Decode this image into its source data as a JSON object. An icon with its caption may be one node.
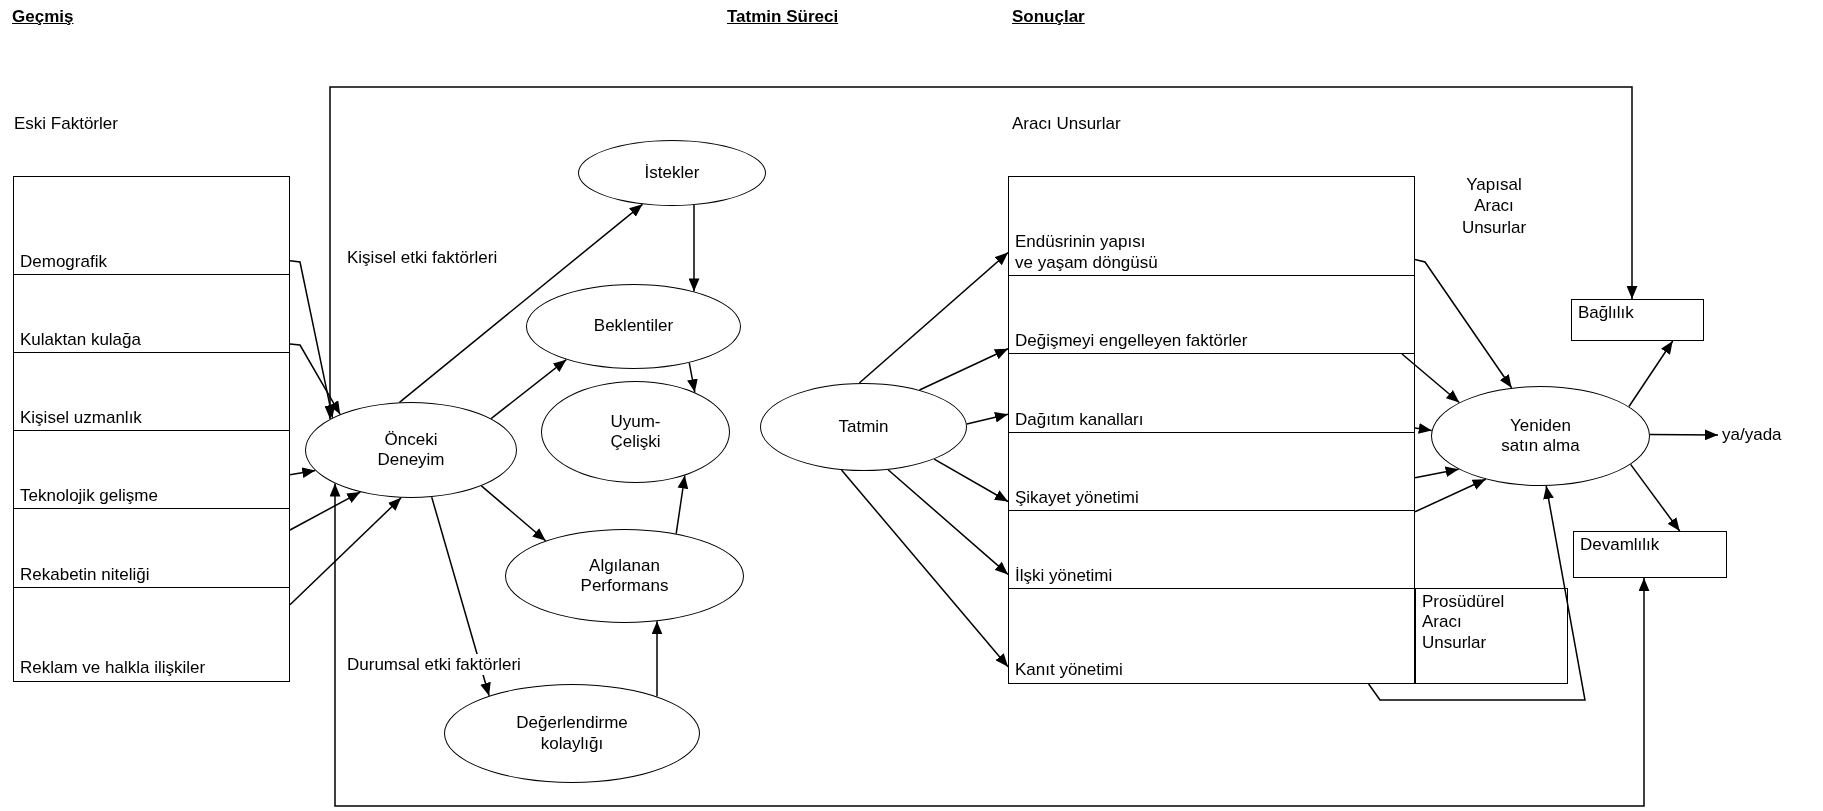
{
  "diagram": {
    "nodes": [
      {
        "text": [
          "Demografik"
        ]
      },
      {
        "text": [
          "Kulaktan kulağa"
        ]
      },
      {
        "text": [
          "Kişisel uzmanlık"
        ]
      },
      {
        "text": [
          "Teknolojik gelişme"
        ]
      },
      {
        "text": [
          "Rekabetin niteliği"
        ]
      },
      {
        "text": [
          "Reklam ve halkla ilişkiler"
        ]
      },
      {
        "text": [
          "Önceki Deneyim"
        ]
      },
      {
        "text": [
          "İstekler"
        ]
      },
      {
        "text": [
          "Beklentiler"
        ]
      },
      {
        "text": [
          "Uyum- Çelişki"
        ]
      },
      {
        "text": [
          "Algılanan Performans"
        ]
      },
      {
        "text": [
          "Değerlendirme kolaylığı"
        ]
      },
      {
        "text": [
          "Tatmin"
        ]
      },
      {
        "text": [
          "Endüsrinin yapısı ve yaşam döngüsü"
        ]
      },
      {
        "text": [
          "Değişmeyi engelleyen faktörler"
        ]
      },
      {
        "text": [
          "Dağıtım kanalları"
        ]
      },
      {
        "text": [
          "Şikayet yönetimi"
        ]
      },
      {
        "text": [
          "İlşki yönetimi"
        ]
      },
      {
        "text": [
          "Kanıt yönetimi"
        ]
      },
      {
        "text": [
          "Prosüdürel Aracı Unsurlar"
        ]
      },
      {
        "text": [
          "Yeniden satın alma"
        ]
      },
      {
        "text": [
          "Bağlılık"
        ]
      },
      {
        "text": [
          "Devamlılık"
        ]
      },
      {
        "text": [
          "ya/yada"
        ]
      }
    ],
    "edges": [
      {
        "from": 0,
        "to": 6,
        "arrow": "to"
      },
      {
        "from": 1,
        "to": 6,
        "arrow": "to"
      },
      {
        "from": 3,
        "to": 6,
        "arrow": "to"
      },
      {
        "from": 4,
        "to": 6,
        "arrow": "to"
      },
      {
        "from": 5,
        "to": 6,
        "arrow": "to"
      },
      {
        "from": 6,
        "to": 7,
        "arrow": "to"
      },
      {
        "from": 6,
        "to": 8,
        "arrow": "to"
      },
      {
        "from": 6,
        "to": 10,
        "arrow": "to"
      },
      {
        "from": 6,
        "to": 11,
        "arrow": "to"
      },
      {
        "from": 7,
        "to": 8,
        "arrow": "to"
      },
      {
        "from": 8,
        "to": 9,
        "arrow": "to"
      },
      {
        "from": 10,
        "to": 9,
        "arrow": "to"
      },
      {
        "from": 11,
        "to": 10,
        "arrow": "to"
      },
      {
        "from": 12,
        "to": 13,
        "arrow": "to"
      },
      {
        "from": 12,
        "to": 14,
        "arrow": "to"
      },
      {
        "from": 12,
        "to": 15,
        "arrow": "to"
      },
      {
        "from": 12,
        "to": 16,
        "arrow": "to"
      },
      {
        "from": 12,
        "to": 17,
        "arrow": "to"
      },
      {
        "from": 12,
        "to": 18,
        "arrow": "to"
      },
      {
        "from": 13,
        "to": 20,
        "arrow": "to"
      },
      {
        "from": 14,
        "to": 20,
        "arrow": "to"
      },
      {
        "from": 15,
        "to": 20,
        "arrow": "to"
      },
      {
        "from": 16,
        "to": 20,
        "arrow": "to"
      },
      {
        "from": 17,
        "to": 20,
        "arrow": "to"
      },
      {
        "from": 18,
        "to": 20,
        "arrow": "to"
      },
      {
        "from": 20,
        "to": 21,
        "arrow": "to"
      },
      {
        "from": 20,
        "to": 23,
        "arrow": "to"
      },
      {
        "from": 20,
        "to": 22,
        "arrow": "to"
      },
      {
        "from": 21,
        "to": 6,
        "arrow": "both"
      },
      {
        "from": 22,
        "to": 6,
        "arrow": "both"
      }
    ],
    "labels": [
      "Geçmiş",
      "Tatmin Süreci",
      "Sonuçlar",
      "Eski Faktörler",
      "Aracı Unsurlar",
      "Kişisel etki faktörleri",
      "Yapısal Aracı Unsurlar",
      "Durumsal etki faktörleri"
    ]
  }
}
